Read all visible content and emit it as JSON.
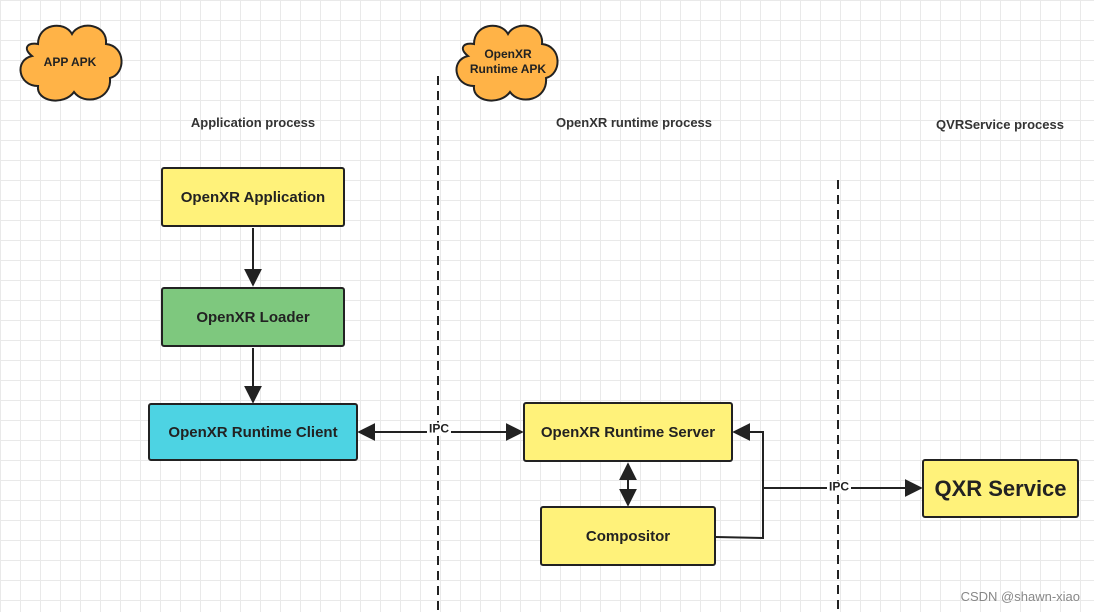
{
  "clouds": {
    "app_apk": "APP APK",
    "runtime_apk_line1": "OpenXR",
    "runtime_apk_line2": "Runtime APK"
  },
  "process_labels": {
    "application": "Application process",
    "runtime": "OpenXR runtime process",
    "qvrservice": "QVRService process"
  },
  "nodes": {
    "openxr_application": {
      "label": "OpenXR Application",
      "color": "#fff27a"
    },
    "openxr_loader": {
      "label": "OpenXR Loader",
      "color": "#7ec87e"
    },
    "openxr_runtime_client": {
      "label": "OpenXR Runtime Client",
      "color": "#4dd3e3"
    },
    "openxr_runtime_server": {
      "label": "OpenXR Runtime Server",
      "color": "#fff27a"
    },
    "compositor": {
      "label": "Compositor",
      "color": "#fff27a"
    },
    "qxr_service": {
      "label": "QXR Service",
      "color": "#fff27a"
    }
  },
  "edge_labels": {
    "ipc_client_server": "IPC",
    "ipc_compositor_qxr": "IPC"
  },
  "cloud_color": "#ffb347",
  "watermark": "CSDN @shawn-xiao"
}
